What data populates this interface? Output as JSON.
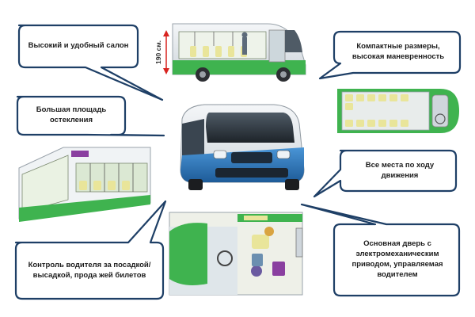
{
  "colors": {
    "callout_border": "#1e3f66",
    "callout_fill": "#ffffff",
    "bus_green": "#3fb34f",
    "bus_blue": "#2a6fb6",
    "seat_yellow": "#e9e59a",
    "dimension_arrow": "#d8231f"
  },
  "callouts": {
    "tall_salon": "Высокий и удобный салон",
    "glazing": "Большая площадь остекления",
    "driver_control": "Контроль водителя за посадкой/высадкой, прода жей билетов",
    "compact": "Компактные размеры, высокая маневренность",
    "seats_forward": "Все места по ходу движения",
    "main_door": "Основная дверь с электромеханическим приводом, управляемая водителем"
  },
  "annotations": {
    "interior_height": "190 см."
  },
  "icons": {
    "front_bus": "minibus-front-icon",
    "side_cutaway": "minibus-side-cutaway-icon",
    "roof_cutaway": "minibus-roof-cutaway-icon",
    "top_plan": "minibus-seat-plan-icon",
    "driver_area": "driver-area-icon",
    "door": "door-icon"
  }
}
